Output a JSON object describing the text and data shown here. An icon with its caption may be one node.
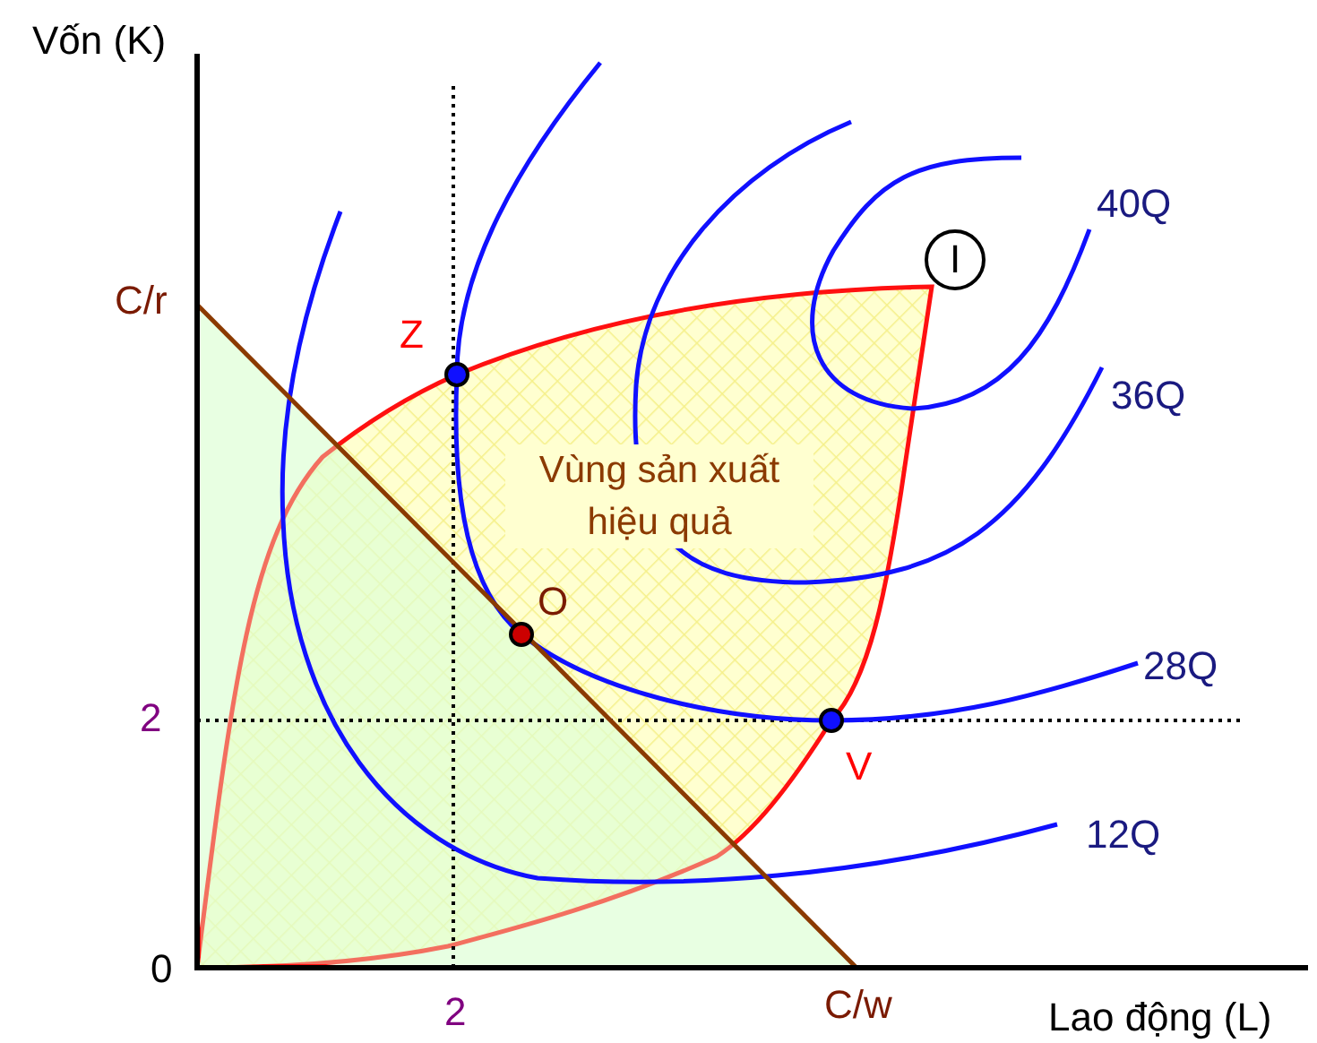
{
  "diagram": {
    "nodes": [
      {
        "text": [
          "Vùng sản xuất hiệu quả"
        ]
      },
      {
        "text": [
          "I"
        ]
      }
    ],
    "edges": [],
    "labels": [
      "Vốn (K)",
      "C/r",
      "Z",
      "40Q",
      "36Q",
      "O",
      "28Q",
      "2",
      "V",
      "12Q",
      "0",
      "2",
      "C/w",
      "Lao động (L)"
    ]
  }
}
